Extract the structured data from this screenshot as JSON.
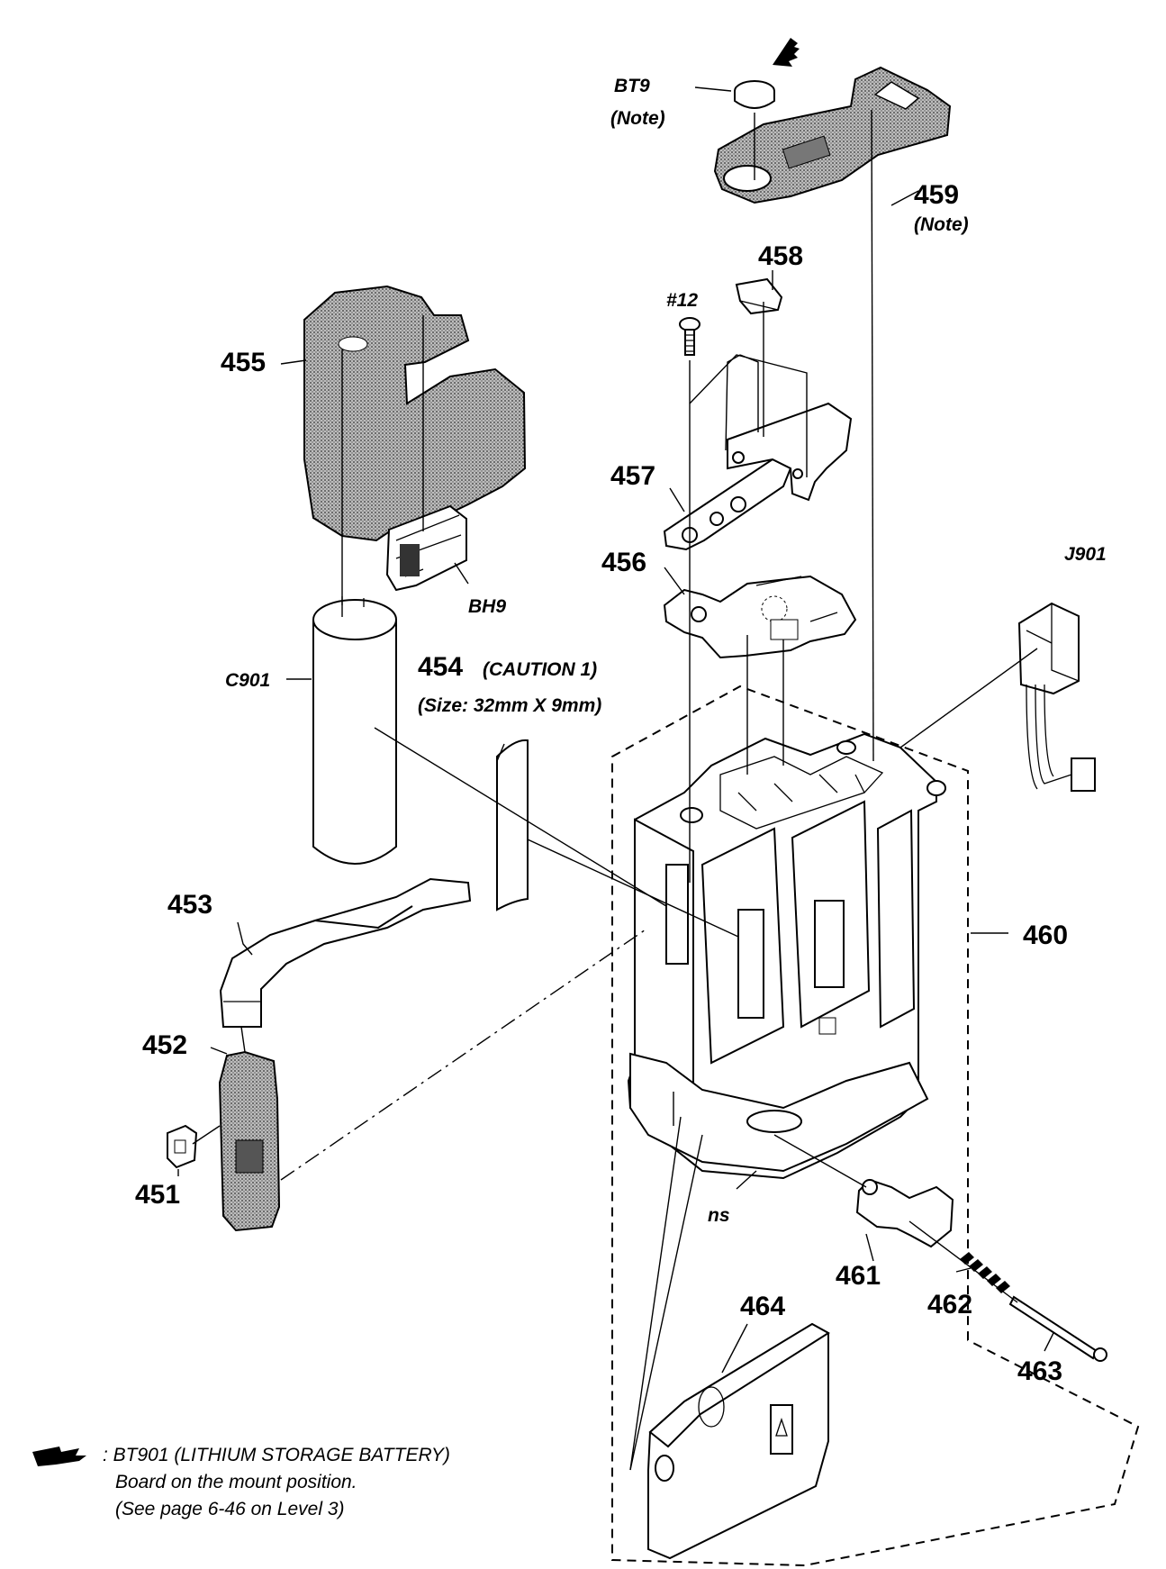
{
  "labels": {
    "bt9": "BT9",
    "bt9_note": "(Note)",
    "p459": "459",
    "p459_note": "(Note)",
    "p458": "458",
    "screw": "#12",
    "p455": "455",
    "p457": "457",
    "p456": "456",
    "j901": "J901",
    "bh9": "BH9",
    "p454": "454",
    "p454_caution": "(CAUTION 1)",
    "p454_size": "(Size: 32mm X 9mm)",
    "c901": "C901",
    "p453": "453",
    "p460": "460",
    "p452": "452",
    "p451": "451",
    "ns": "ns",
    "p461": "461",
    "p462": "462",
    "p463": "463",
    "p464": "464"
  },
  "footnote": {
    "line1": ": BT901 (LITHIUM STORAGE BATTERY)",
    "line2": "Board on the mount position.",
    "line3": "(See page 6-46 on Level 3)"
  }
}
